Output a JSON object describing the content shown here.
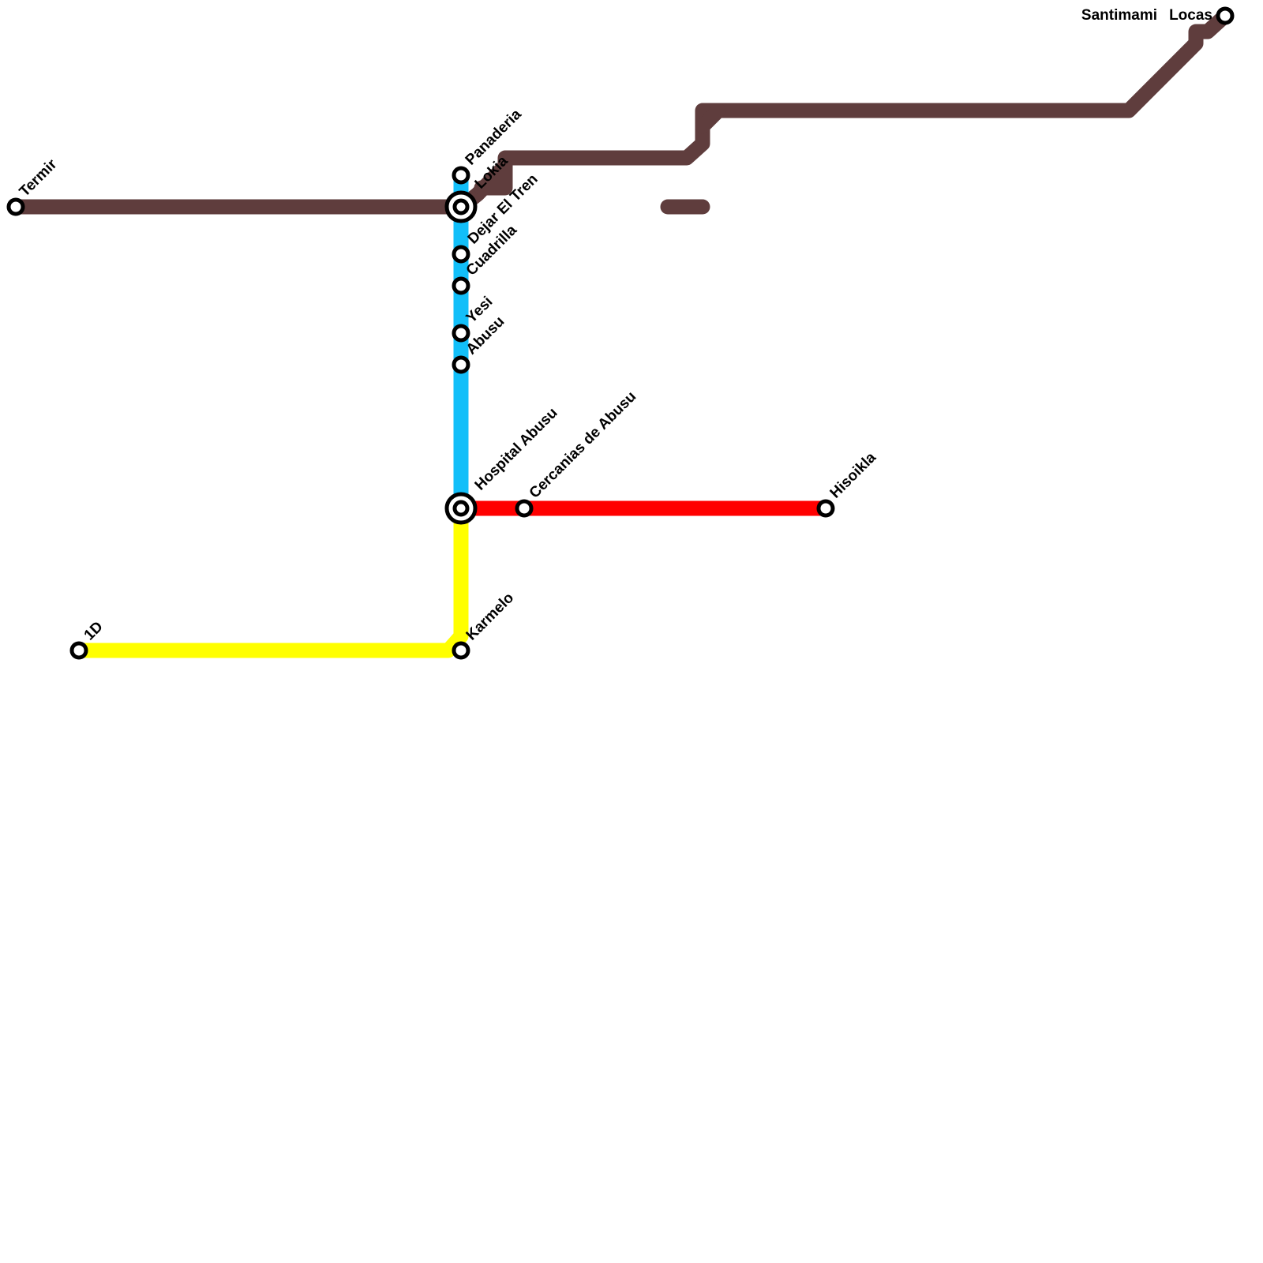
{
  "lines": [
    {
      "name_id": "brown-line",
      "color": "#5f3d3d"
    },
    {
      "name_id": "blue-line",
      "color": "#12bff9"
    },
    {
      "name_id": "red-line",
      "color": "#ff0000"
    },
    {
      "name_id": "yellow-line",
      "color": "#ffff00"
    }
  ],
  "stations": {
    "termir": "Termir",
    "panaderia": "Panaderia",
    "lokia": "Lokia",
    "dejar_el_tren": "Dejar El Tren",
    "cuadrilla": "Cuadrilla",
    "yesi": "Yesi",
    "abusu": "Abusu",
    "hospital_abusu": "Hospital Abusu",
    "cercanias_de_abusu": "Cercanias de Abusu",
    "hisoikla": "Hisoikla",
    "karmelo": "Karmelo",
    "one_d": "1D",
    "santimami": "Santimami",
    "locas": "Locas"
  }
}
